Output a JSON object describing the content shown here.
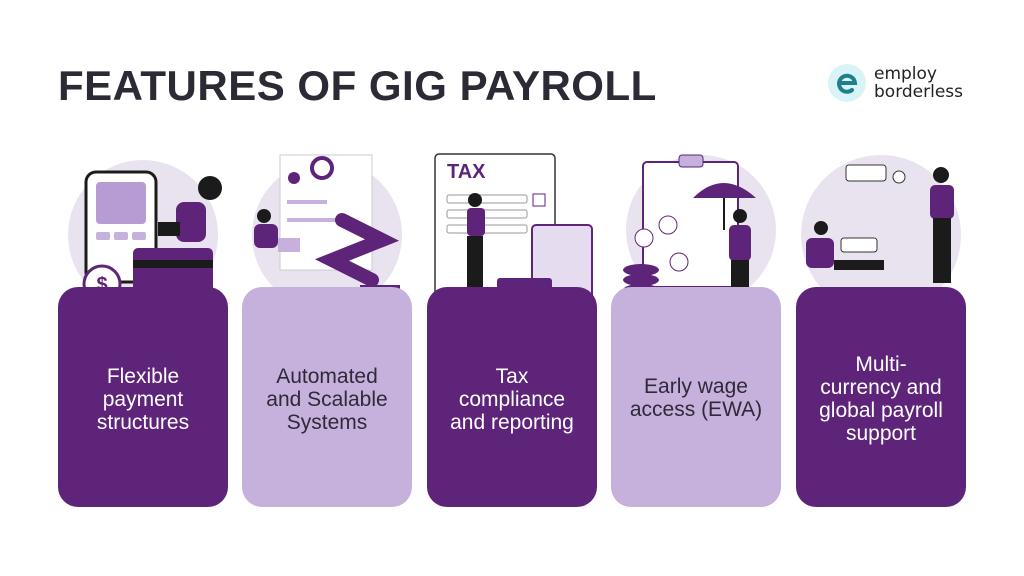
{
  "header": {
    "title": "FEATURES OF GIG PAYROLL"
  },
  "logo": {
    "line1": "employ",
    "line2": "borderless",
    "icon": "e-logo-icon",
    "accent": "#1f7f8c",
    "bg": "#d9f4f6"
  },
  "colors": {
    "dark_purple": "#5e2479",
    "light_purple": "#c6b0dc",
    "title": "#2b2a35"
  },
  "features": [
    {
      "label": "Flexible payment structures",
      "lines": [
        "Flexible",
        "payment",
        "structures"
      ],
      "variant": "dark",
      "illustration": "payment-terminal-illustration"
    },
    {
      "label": "Automated and Scalable Systems",
      "lines": [
        "Automated",
        "and Scalable",
        "Systems"
      ],
      "variant": "light",
      "illustration": "robot-arm-illustration"
    },
    {
      "label": "Tax compliance and reporting",
      "lines": [
        "Tax",
        "compliance",
        "and reporting"
      ],
      "variant": "dark",
      "illustration": "tax-form-illustration",
      "illustration_text": "TAX"
    },
    {
      "label": "Early wage access (EWA)",
      "lines": [
        "Early wage",
        "access (EWA)"
      ],
      "variant": "light",
      "illustration": "umbrella-coins-illustration"
    },
    {
      "label": "Multi-currency and global payroll support",
      "lines": [
        "Multi-",
        "currency and",
        "global payroll",
        "support"
      ],
      "variant": "dark",
      "illustration": "globe-network-illustration"
    }
  ]
}
